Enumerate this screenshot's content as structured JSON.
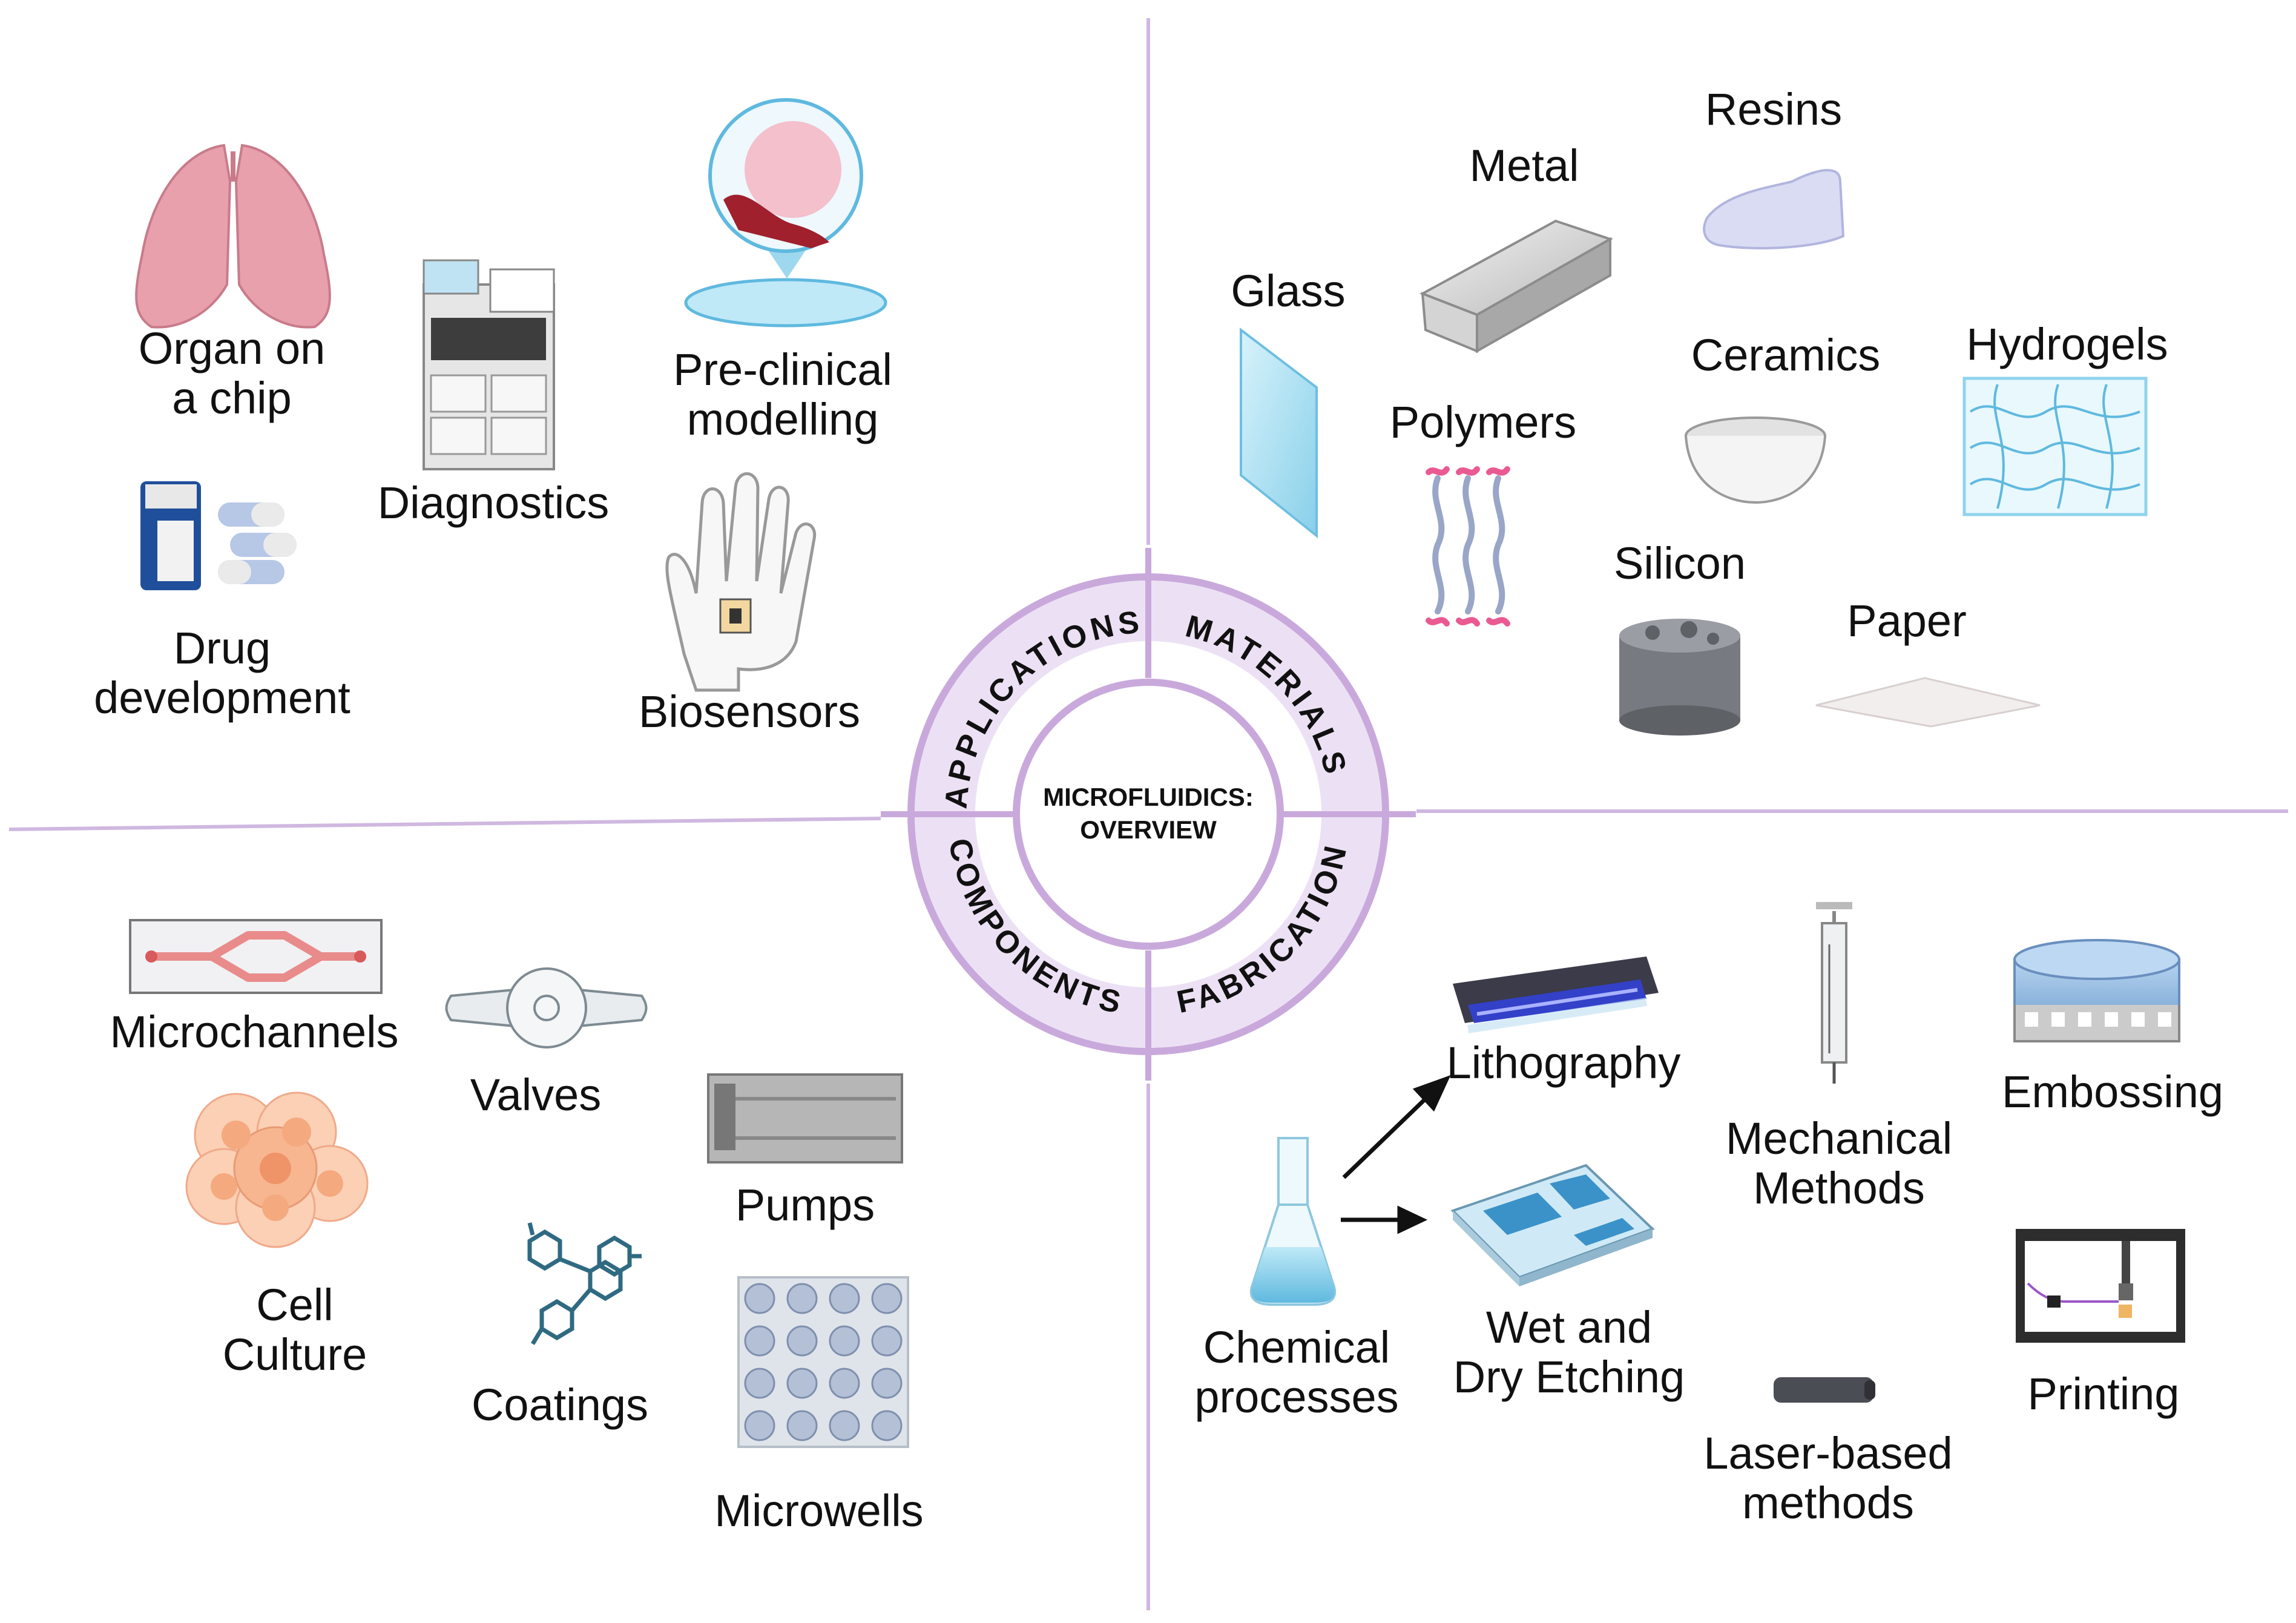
{
  "center": {
    "line1": "MICROFLUIDICS:",
    "line2": "OVERVIEW"
  },
  "ring": {
    "applications": "APPLICATIONS",
    "materials": "MATERIALS",
    "components": "COMPONENTS",
    "fabrication": "FABRICATION"
  },
  "applications": {
    "organ_on_chip": {
      "line1": "Organ on",
      "line2": "a chip",
      "icon": "lungs-icon"
    },
    "diagnostics": {
      "label": "Diagnostics",
      "icon": "lab-analyzer-icon"
    },
    "preclinical": {
      "line1": "Pre-clinical",
      "line2": "modelling",
      "icon": "tissue-dish-icon"
    },
    "drug_development": {
      "line1": "Drug",
      "line2": "development",
      "icon": "pills-icon"
    },
    "biosensors": {
      "label": "Biosensors",
      "icon": "glove-sensor-icon"
    }
  },
  "materials": {
    "resins": "Resins",
    "metal": "Metal",
    "glass": "Glass",
    "ceramics": "Ceramics",
    "hydrogels": "Hydrogels",
    "polymers": "Polymers",
    "silicon": "Silicon",
    "paper": "Paper"
  },
  "components": {
    "microchannels": "Microchannels",
    "valves": "Valves",
    "pumps": "Pumps",
    "cell_culture": {
      "line1": "Cell",
      "line2": "Culture"
    },
    "coatings": "Coatings",
    "microwells": "Microwells"
  },
  "fabrication": {
    "lithography": "Lithography",
    "mechanical": {
      "line1": "Mechanical",
      "line2": "Methods"
    },
    "embossing": "Embossing",
    "chemical": {
      "line1": "Chemical",
      "line2": "processes"
    },
    "etching": {
      "line1": "Wet and",
      "line2": "Dry Etching"
    },
    "laser": {
      "line1": "Laser-based",
      "line2": "methods"
    },
    "printing": "Printing"
  },
  "colors": {
    "divider": "#cfb8e0",
    "ring": "#e6d6f0",
    "ring_stroke": "#c9a9dc",
    "accent_blue": "#8fd3ee",
    "lung_pink": "#e8a0ad"
  }
}
